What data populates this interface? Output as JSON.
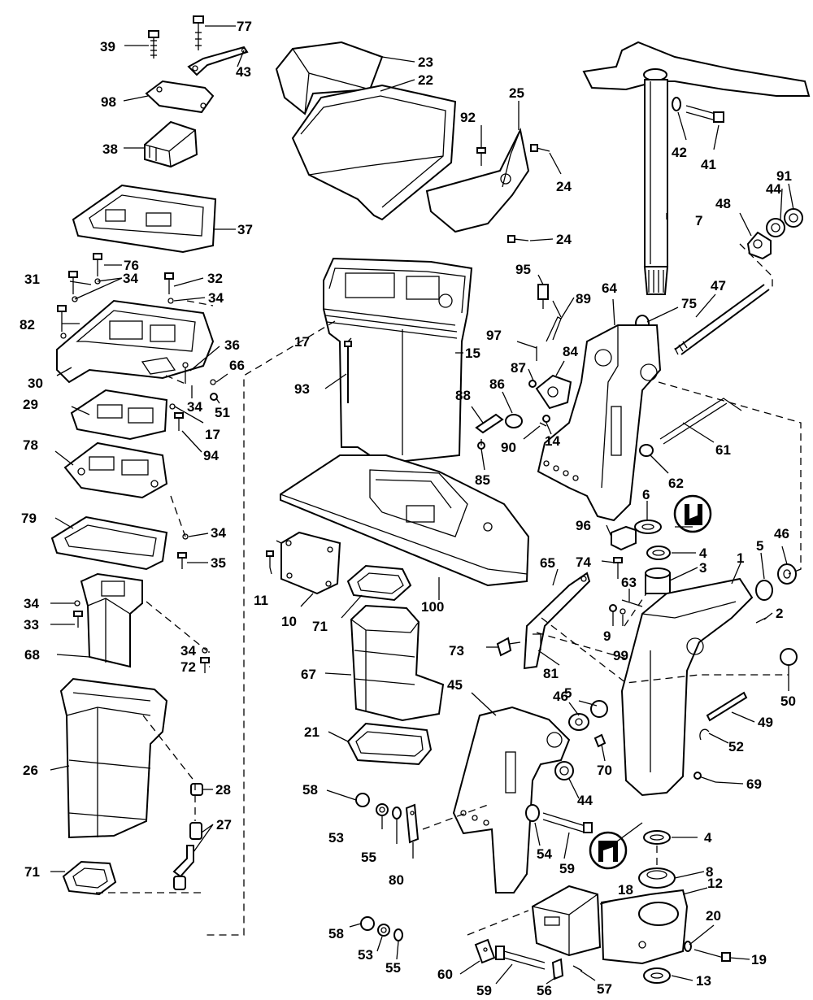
{
  "labels": [
    {
      "id": "p39",
      "text": "39"
    },
    {
      "id": "p77",
      "text": "77"
    },
    {
      "id": "p43",
      "text": "43"
    },
    {
      "id": "p98",
      "text": "98"
    },
    {
      "id": "p38",
      "text": "38"
    },
    {
      "id": "p37",
      "text": "37"
    },
    {
      "id": "p31",
      "text": "31"
    },
    {
      "id": "p76",
      "text": "76"
    },
    {
      "id": "p34a",
      "text": "34"
    },
    {
      "id": "p32",
      "text": "32"
    },
    {
      "id": "p34b",
      "text": "34"
    },
    {
      "id": "p82",
      "text": "82"
    },
    {
      "id": "p36",
      "text": "36"
    },
    {
      "id": "p66",
      "text": "66"
    },
    {
      "id": "p30",
      "text": "30"
    },
    {
      "id": "p34c",
      "text": "34"
    },
    {
      "id": "p51",
      "text": "51"
    },
    {
      "id": "p29",
      "text": "29"
    },
    {
      "id": "p17a",
      "text": "17"
    },
    {
      "id": "p94",
      "text": "94"
    },
    {
      "id": "p78",
      "text": "78"
    },
    {
      "id": "p79",
      "text": "79"
    },
    {
      "id": "p34d",
      "text": "34"
    },
    {
      "id": "p35",
      "text": "35"
    },
    {
      "id": "p34e",
      "text": "34"
    },
    {
      "id": "p33",
      "text": "33"
    },
    {
      "id": "p68",
      "text": "68"
    },
    {
      "id": "p34f",
      "text": "34"
    },
    {
      "id": "p72",
      "text": "72"
    },
    {
      "id": "p26",
      "text": "26"
    },
    {
      "id": "p28",
      "text": "28"
    },
    {
      "id": "p27",
      "text": "27"
    },
    {
      "id": "p71a",
      "text": "71"
    },
    {
      "id": "p23",
      "text": "23"
    },
    {
      "id": "p22",
      "text": "22"
    },
    {
      "id": "p25",
      "text": "25"
    },
    {
      "id": "p92",
      "text": "92"
    },
    {
      "id": "p24a",
      "text": "24"
    },
    {
      "id": "p24b",
      "text": "24"
    },
    {
      "id": "p17b",
      "text": "17"
    },
    {
      "id": "p15",
      "text": "15"
    },
    {
      "id": "p93",
      "text": "93"
    },
    {
      "id": "p11",
      "text": "11"
    },
    {
      "id": "p10",
      "text": "10"
    },
    {
      "id": "p71b",
      "text": "71"
    },
    {
      "id": "p100",
      "text": "100"
    },
    {
      "id": "p67",
      "text": "67"
    },
    {
      "id": "p21",
      "text": "21"
    },
    {
      "id": "p42",
      "text": "42"
    },
    {
      "id": "p41",
      "text": "41"
    },
    {
      "id": "p44a",
      "text": "44"
    },
    {
      "id": "p91",
      "text": "91"
    },
    {
      "id": "p7",
      "text": "7"
    },
    {
      "id": "p48",
      "text": "48"
    },
    {
      "id": "p95",
      "text": "95"
    },
    {
      "id": "p89",
      "text": "89"
    },
    {
      "id": "p64",
      "text": "64"
    },
    {
      "id": "p75",
      "text": "75"
    },
    {
      "id": "p47",
      "text": "47"
    },
    {
      "id": "p97",
      "text": "97"
    },
    {
      "id": "p84",
      "text": "84"
    },
    {
      "id": "p87",
      "text": "87"
    },
    {
      "id": "p86",
      "text": "86"
    },
    {
      "id": "p88",
      "text": "88"
    },
    {
      "id": "p90",
      "text": "90"
    },
    {
      "id": "p14",
      "text": "14"
    },
    {
      "id": "p85",
      "text": "85"
    },
    {
      "id": "p61",
      "text": "61"
    },
    {
      "id": "p62",
      "text": "62"
    },
    {
      "id": "p6",
      "text": "6"
    },
    {
      "id": "p96",
      "text": "96"
    },
    {
      "id": "p4a",
      "text": "4"
    },
    {
      "id": "p46a",
      "text": "46"
    },
    {
      "id": "p5a",
      "text": "5"
    },
    {
      "id": "p3",
      "text": "3"
    },
    {
      "id": "p1",
      "text": "1"
    },
    {
      "id": "p65",
      "text": "65"
    },
    {
      "id": "p74",
      "text": "74"
    },
    {
      "id": "p63",
      "text": "63"
    },
    {
      "id": "p2",
      "text": "2"
    },
    {
      "id": "p9",
      "text": "9"
    },
    {
      "id": "p99",
      "text": "99"
    },
    {
      "id": "p73",
      "text": "73"
    },
    {
      "id": "p81",
      "text": "81"
    },
    {
      "id": "p50",
      "text": "50"
    },
    {
      "id": "p45",
      "text": "45"
    },
    {
      "id": "p46b",
      "text": "46"
    },
    {
      "id": "p5b",
      "text": "5"
    },
    {
      "id": "p49",
      "text": "49"
    },
    {
      "id": "p52",
      "text": "52"
    },
    {
      "id": "p70",
      "text": "70"
    },
    {
      "id": "p69",
      "text": "69"
    },
    {
      "id": "p44b",
      "text": "44"
    },
    {
      "id": "p58a",
      "text": "58"
    },
    {
      "id": "p53a",
      "text": "53"
    },
    {
      "id": "p55a",
      "text": "55"
    },
    {
      "id": "p80",
      "text": "80"
    },
    {
      "id": "p54",
      "text": "54"
    },
    {
      "id": "p59a",
      "text": "59"
    },
    {
      "id": "p4b",
      "text": "4"
    },
    {
      "id": "p8",
      "text": "8"
    },
    {
      "id": "p12",
      "text": "12"
    },
    {
      "id": "p18",
      "text": "18"
    },
    {
      "id": "p20",
      "text": "20"
    },
    {
      "id": "p19",
      "text": "19"
    },
    {
      "id": "p13",
      "text": "13"
    },
    {
      "id": "p58b",
      "text": "58"
    },
    {
      "id": "p53b",
      "text": "53"
    },
    {
      "id": "p55b",
      "text": "55"
    },
    {
      "id": "p60",
      "text": "60"
    },
    {
      "id": "p59b",
      "text": "59"
    },
    {
      "id": "p56",
      "text": "56"
    },
    {
      "id": "p57",
      "text": "57"
    }
  ]
}
